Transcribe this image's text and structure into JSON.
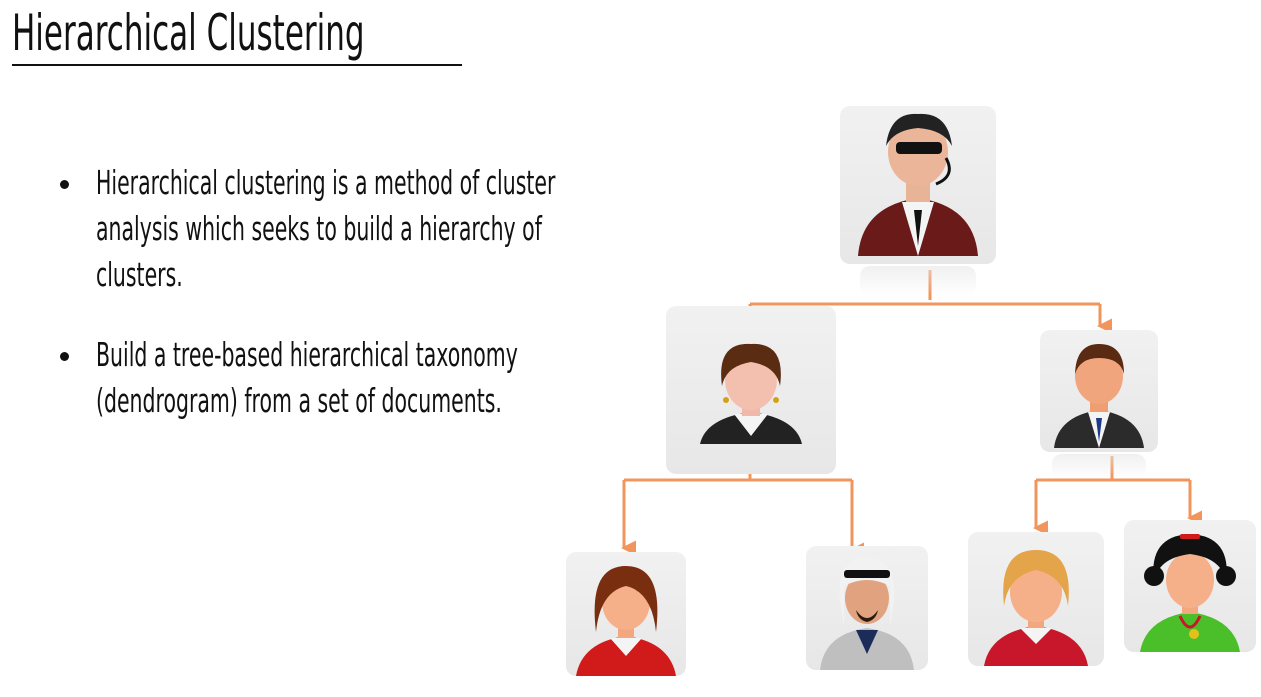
{
  "slide": {
    "title": "Hierarchical Clustering",
    "bullets": [
      {
        "text": "Hierarchical clustering is a method of cluster analysis which seeks to build a hierarchy of clusters."
      },
      {
        "text": "Build a tree-based hierarchical taxonomy (dendrogram) from a set of documents."
      }
    ]
  },
  "tree": {
    "colors": {
      "connector": "#f08a4b",
      "node_bg": "#ececec"
    },
    "nodes": [
      {
        "icon": "man-sunglasses-headset-icon",
        "level": 0
      },
      {
        "icon": "woman-business-icon",
        "level": 1
      },
      {
        "icon": "man-business-icon",
        "level": 1
      },
      {
        "icon": "woman-red-shirt-icon",
        "level": 2
      },
      {
        "icon": "man-headdress-icon",
        "level": 2
      },
      {
        "icon": "woman-blonde-icon",
        "level": 2
      },
      {
        "icon": "woman-green-dress-icon",
        "level": 2
      }
    ]
  }
}
